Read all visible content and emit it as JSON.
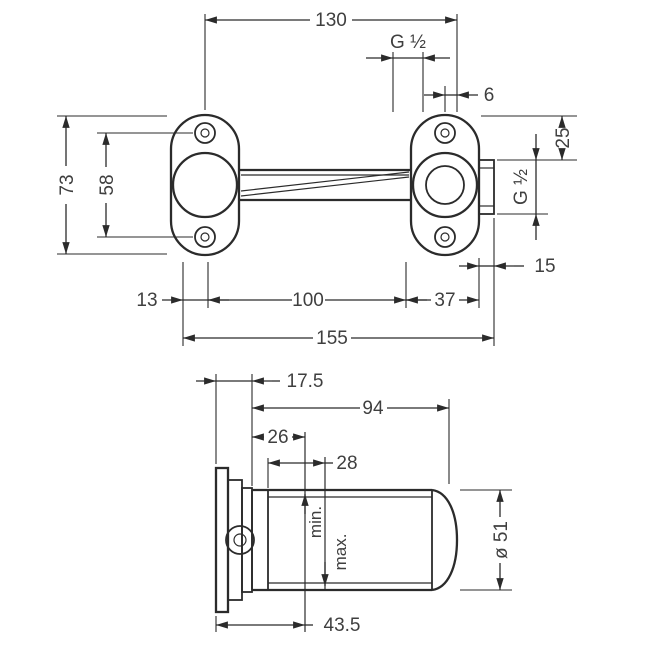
{
  "colors": {
    "ink": "#2b2b2b",
    "text": "#3f3f3f",
    "background": "#ffffff"
  },
  "top_view": {
    "dim_width_top": "130",
    "dim_thread_top": "G ½",
    "dim_offset_6": "6",
    "dim_height_overall": "73",
    "dim_hole_spacing": "58",
    "dim_depth_25": "25",
    "dim_thread_side": "G ½",
    "dim_offset_15": "15",
    "dim_offset_13": "13",
    "dim_center_100": "100",
    "dim_offset_37": "37",
    "dim_width_overall": "155"
  },
  "side_view": {
    "dim_depth_17_5": "17.5",
    "dim_length_94": "94",
    "dim_depth_26": "26",
    "dim_depth_28": "28",
    "dim_diameter": "ø 51",
    "dim_depth_43_5": "43.5",
    "label_min": "min.",
    "label_max": "max."
  }
}
